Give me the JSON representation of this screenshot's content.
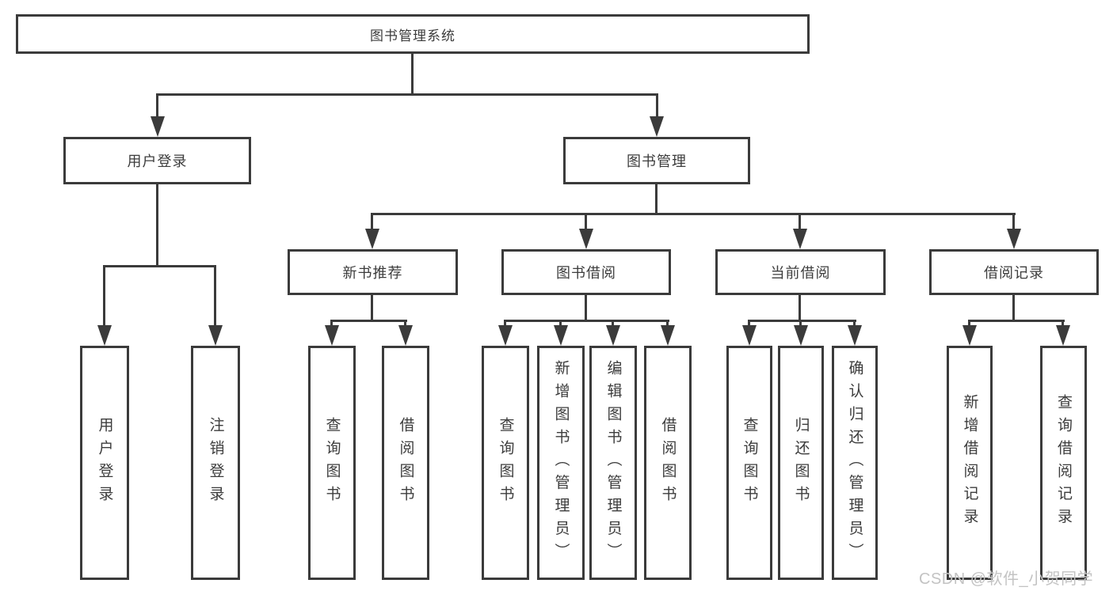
{
  "nodes": {
    "root": "图书管理系统",
    "user_login": "用户登录",
    "book_mgmt": "图书管理",
    "new_books": "新书推荐",
    "borrow": "图书借阅",
    "current": "当前借阅",
    "records": "借阅记录"
  },
  "leaves": {
    "user_login": [
      "用户登录",
      "注销登录"
    ],
    "new_books": [
      "查询图书",
      "借阅图书"
    ],
    "borrow": [
      "查询图书",
      "新增图书（管理员）",
      "编辑图书（管理员）",
      "借阅图书"
    ],
    "current": [
      "查询图书",
      "归还图书",
      "确认归还（管理员）"
    ],
    "records": [
      "新增借阅记录",
      "查询借阅记录"
    ]
  },
  "watermark": "CSDN @软件_小贺同学",
  "colors": {
    "line": "#3b3b3b",
    "text": "#3c3c3c",
    "watermark": "#c3c3c3",
    "background": "#ffffff"
  }
}
